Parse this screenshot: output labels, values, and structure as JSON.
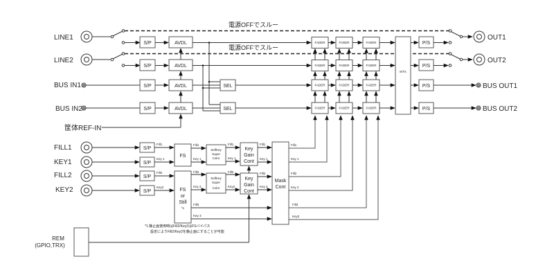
{
  "diagram": {
    "inputs": {
      "line1": "LINE1",
      "line2": "LINE2",
      "bus_in1": "BUS IN1",
      "bus_in2": "BUS IN2",
      "ref_in": "筐体REF-IN",
      "fill1": "FILL1",
      "key1": "KEY1",
      "fill2": "FILL2",
      "key2": "KEY2",
      "rem": "REM",
      "rem_sub": "(GPIO,TRX)"
    },
    "outputs": {
      "out1": "OUT1",
      "out2": "OUT2",
      "bus_out1": "BUS OUT1",
      "bus_out2": "BUS OUT2"
    },
    "bypass_label": "電源OFFでスルー",
    "blocks": {
      "sp": "S/P",
      "avdl": "AVDL",
      "sel": "SEL",
      "fader": "FADER",
      "mtx": "MTX",
      "ps": "P/S",
      "fs": "FS",
      "fs_or_still": [
        "FS",
        "or",
        "Still",
        "*1"
      ],
      "selfkey": [
        "SelfKey",
        "Super",
        "Color"
      ],
      "key_gain": [
        "Key",
        "Gain",
        "Cont"
      ],
      "mask": [
        "Mask",
        "Cont"
      ]
    },
    "signals": {
      "fill1": "Fill1",
      "key1": "Key 1",
      "fill2": "Fill2",
      "key2": "Key2",
      "key2_alt": "Key 2",
      "fill3": "Fill3",
      "key3": "Key 3",
      "key3_alt": "Key3"
    },
    "footnote": [
      "*1 静止画使用時はFill2/Key2はFSバイパス",
      "設定によりFill2/Key2を静止画にすることが可能"
    ]
  }
}
